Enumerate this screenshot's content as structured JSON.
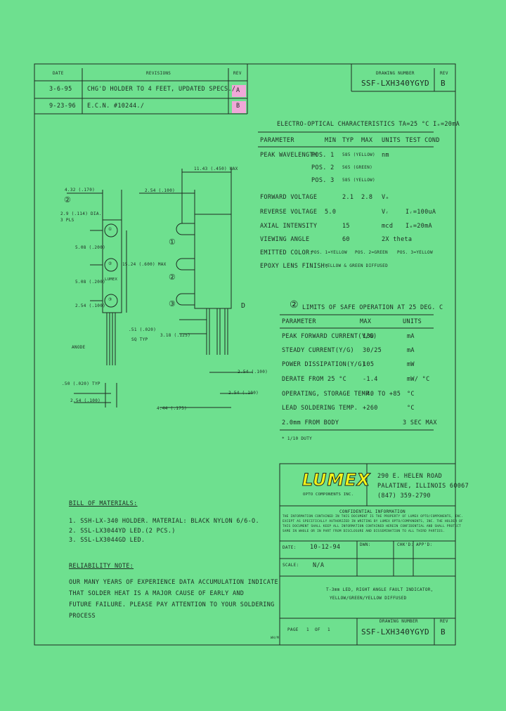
{
  "revision_block": {
    "header": {
      "date": "DATE",
      "revisions": "REVISIONS",
      "rev": "REV"
    },
    "rows": [
      {
        "date": "3-6-95",
        "desc": "CHG'D HOLDER TO 4 FEET, UPDATED SPECS./",
        "rev": "A"
      },
      {
        "date": "9-23-96",
        "desc": "E.C.N. #10244./",
        "rev": "B"
      }
    ]
  },
  "drawing_top": {
    "label": "DRAWING NUMBER",
    "number": "SSF-LXH340YGYD",
    "rev_label": "REV",
    "rev": "B"
  },
  "electro_optical": {
    "title": "ELECTRO-OPTICAL CHARACTERISTICS  TA=25 °C  Iₑ=20mA",
    "headers": [
      "PARAMETER",
      "MIN",
      "TYP",
      "MAX",
      "UNITS",
      "TEST COND"
    ],
    "rows": [
      [
        "PEAK WAVELENGTH",
        "POS. 1",
        "585 (YELLOW)",
        "",
        "nm",
        ""
      ],
      [
        "",
        "POS. 2",
        "565 (GREEN)",
        "",
        "",
        ""
      ],
      [
        "",
        "POS. 3",
        "585 (YELLOW)",
        "",
        "",
        ""
      ],
      [
        "FORWARD VOLTAGE",
        "",
        "2.1",
        "2.8",
        "Vₑ",
        ""
      ],
      [
        "REVERSE VOLTAGE",
        "5.0",
        "",
        "",
        "Vᵣ",
        "Iᵣ=100uA"
      ],
      [
        "AXIAL INTENSITY",
        "",
        "15",
        "",
        "mcd",
        "Iₑ=20mA"
      ],
      [
        "VIEWING ANGLE",
        "",
        "60",
        "",
        "2X theta",
        ""
      ],
      [
        "EMITTED COLOR:",
        "POS. 1=YELLOW",
        "POS. 2=GREEN",
        "POS. 3=YELLOW",
        "",
        ""
      ],
      [
        "EPOXY LENS FINISH:",
        "YELLOW & GREEN DIFFUSED",
        "",
        "",
        "",
        ""
      ]
    ]
  },
  "safe_limits": {
    "title": "LIMITS OF SAFE OPERATION AT 25 DEG. C",
    "headers": [
      "PARAMETER",
      "MAX",
      "UNITS"
    ],
    "rows": [
      [
        "PEAK FORWARD CURRENT(Y/G)",
        "130",
        "mA"
      ],
      [
        "STEADY CURRENT(Y/G)",
        "30/25",
        "mA"
      ],
      [
        "POWER DISSIPATION(Y/G)",
        "105",
        "mW"
      ],
      [
        "DERATE FROM 25 °C",
        "-1.4",
        "mW/ °C"
      ],
      [
        "OPERATING, STORAGE TEMP.",
        "-40 TO +85",
        "°C"
      ],
      [
        "LEAD SOLDERING TEMP.",
        "+260",
        "°C"
      ],
      [
        "2.0mm FROM BODY",
        "",
        "3 SEC MAX"
      ]
    ],
    "footnote": "* 1/10 DUTY"
  },
  "dimensions": {
    "d1": "4.32 (.170)",
    "d2": "2.9 (.114) DIA.",
    "d3": "3 PLS",
    "d4": "5.08 (.200)",
    "d5": "5.08 (.200)",
    "d6": "2.54 (.100)",
    "d7": "2.54 (.100)",
    "d8": "15.24 (.600) MAX",
    "d9": "11.43 (.450) MAX",
    "d10": ".51 (.020)",
    "d11": "SQ TYP",
    "d12": "3.18 (.125)",
    "d13": "2.54 (.100)",
    "d14": "2.54 (.100)",
    "d15": "4.44 (.175)",
    "d16": ".50 (.020) TYP",
    "d17": "2.54 (.100)",
    "anode": "ANODE",
    "body_mark": "LUMEX",
    "pos1": "①",
    "pos2": "②",
    "pos3": "③",
    "pos_side1": "①",
    "pos_side2": "②",
    "pos_side3": "③",
    "pos_marker": "②",
    "d_mark": "D"
  },
  "bom": {
    "title": "BILL OF MATERIALS:",
    "items": [
      "1.  SSH-LX-340 HOLDER.  MATERIAL: BLACK NYLON 6/6-O.",
      "2.  SSL-LX3044YD LED.(2 PCS.)",
      "3.  SSL-LX3044GD LED."
    ]
  },
  "reliability": {
    "title": "RELIABILITY NOTE:",
    "lines": [
      "OUR MANY YEARS OF EXPERIENCE DATA ACCUMULATION INDICATE",
      "THAT SOLDER HEAT IS A MAJOR CAUSE OF EARLY AND",
      "FUTURE FAILURE.  PLEASE PAY ATTENTION TO YOUR SOLDERING",
      "PROCESS"
    ]
  },
  "title_block": {
    "logo": "LUMEX",
    "logo_sub": "OPTO COMPONENTS INC.",
    "address": [
      "290 E. HELEN ROAD",
      "PALATINE, ILLINOIS  60067",
      "(847) 359-2790"
    ],
    "confidential_title": "CONFIDENTIAL INFORMATION",
    "confidential_lines": [
      "THE INFORMATION CONTAINED IN THIS DOCUMENT IS THE PROPERTY OF LUMEX OPTO/COMPONENTS, INC.",
      "EXCEPT AS SPECIFICALLY AUTHORIZED IN WRITING BY LUMEX OPTO/COMPONENTS, INC. THE HOLDER OF",
      "THIS DOCUMENT SHALL KEEP ALL INFORMATION CONTAINED HEREIN CONFIDENTIAL AND SHALL PROTECT",
      "SAME IN WHOLE OR IN PART FROM DISCLOSURE AND DISSEMINATION TO ALL THIRD PARTIES."
    ],
    "date_label": "DATE:",
    "date_value": "10-12-94",
    "dwn_label": "DWN:",
    "chkd_label": "CHK'D:",
    "appd_label": "APP'D:",
    "scale_label": "SCALE:",
    "scale_value": "N/A",
    "description": [
      "T-3mm LED, RIGHT ANGLE FAULT INDICATOR,",
      "YELLOW/GREEN/YELLOW DIFFUSED"
    ],
    "page_label": "PAGE",
    "page_num": "1",
    "of_label": "OF",
    "page_total": "1",
    "drawing_label": "DRAWING NUMBER",
    "drawing_number": "SSF-LXH340YGYD",
    "rev_label": "REV",
    "rev": "B",
    "side_mark": "WH/M"
  },
  "colors": {
    "background": "#6ee08f",
    "pink_highlight": "#f0a8d8",
    "logo_yellow": "#f2f21a",
    "ink": "#1d2a22"
  }
}
